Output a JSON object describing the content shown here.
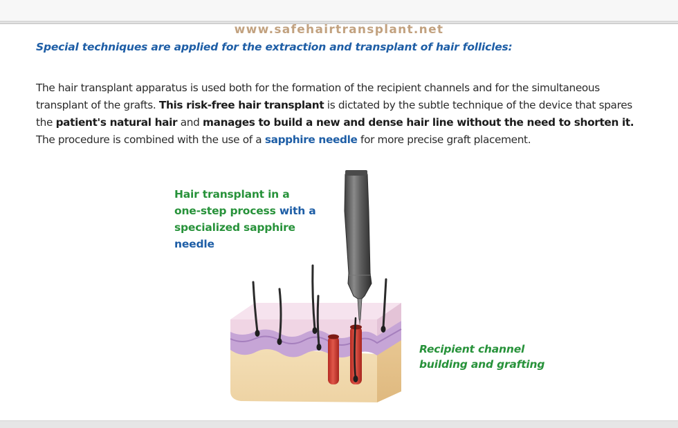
{
  "watermark": "www.safehairtransplant.net",
  "subtitle": "Special techniques are applied for the extraction and transplant of hair follicles:",
  "paragraph": {
    "part1": "The hair  transplant apparatus is used both for the formation of the recipient channels and for the simultaneous transplant of the grafts. ",
    "bold1": "This risk-free hair transplant",
    "part2": " is dictated by the subtle technique of the device that spares the ",
    "bold2": "patient's natural hair",
    "part3": " and ",
    "bold3": "manages to build a new and dense hair line without the need to shorten it.",
    "part4": " The procedure is combined with the use of a ",
    "link": "sapphire needle",
    "part5": " for more precise graft placement."
  },
  "callout": {
    "green1": "Hair  transplant in a",
    "green2": "one-step process",
    "blue1": "with a",
    "green3": "specialized sapphire",
    "blue2": "needle"
  },
  "caption": {
    "line1": "Recipient channel",
    "line2": "building and grafting"
  },
  "colors": {
    "blue": "#1e5ea6",
    "green": "#27923a",
    "watermark": "#b8926a",
    "skin_top": "#f1d9e6",
    "dermis": "#c7a8d6",
    "subcutis": "#f2dbb2",
    "graft": "#cf3b2e",
    "needle": "#5c5c5c"
  }
}
